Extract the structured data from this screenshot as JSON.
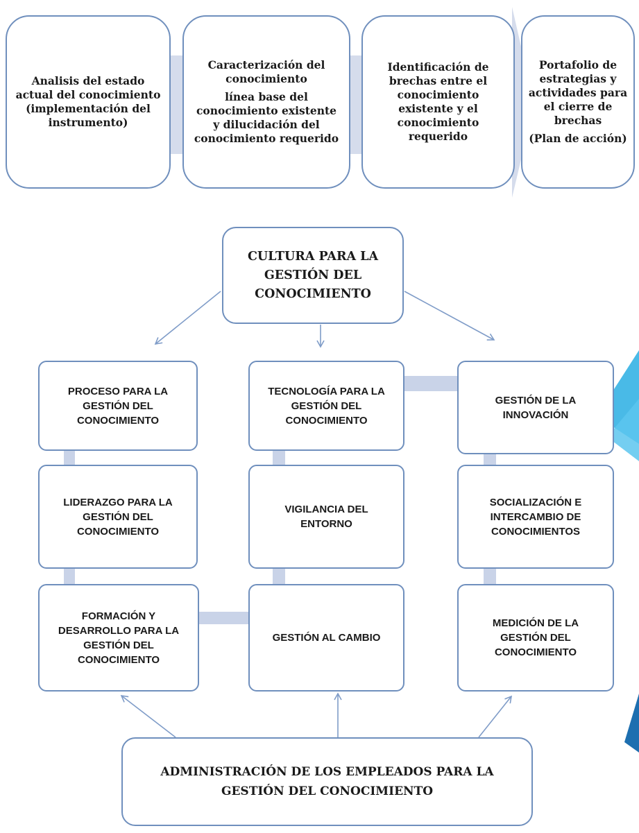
{
  "process_flow": {
    "steps": [
      {
        "lines": [
          "Analisis del estado actual del conocimiento",
          "(implementación del instrumento)"
        ]
      },
      {
        "lines": [
          "Caracterización del conocimiento",
          "línea base del conocimiento existente y dilucidación del conocimiento requerido"
        ]
      },
      {
        "lines": [
          "Identificación de brechas entre el conocimiento existente y el conocimiento requerido"
        ]
      },
      {
        "lines": [
          "Portafolio de estrategias y actividades para el cierre de brechas",
          "(Plan de acción)"
        ]
      }
    ]
  },
  "model": {
    "culture": "CULTURA PARA LA\nGESTIÓN DEL\nCONOCIMIENTO",
    "grid": {
      "process": "PROCESO PARA LA\nGESTIÓN DEL\nCONOCIMIENTO",
      "technology": "TECNOLOGÍA PARA LA\nGESTIÓN DEL\nCONOCIMIENTO",
      "innovation": "GESTIÓN DE LA\nINNOVACIÓN",
      "leadership": "LIDERAZGO PARA LA\nGESTIÓN DEL\nCONOCIMIENTO",
      "surveillance": "VIGILANCIA DEL\nENTORNO",
      "socialization": "SOCIALIZACIÓN E\nINTERCAMBIO DE\nCONOCIMIENTOS",
      "training": "FORMACIÓN Y\nDESARROLLO PARA LA\nGESTIÓN DEL\nCONOCIMIENTO",
      "change": "GESTIÓN AL CAMBIO",
      "measurement": "MEDICIÓN DE LA\nGESTIÓN DEL\nCONOCIMIENTO"
    },
    "administration": "ADMINISTRACIÓN DE LOS EMPLEADOS PARA LA\nGESTIÓN DEL CONOCIMIENTO"
  },
  "colors": {
    "border": "#6f8fbd",
    "connector": "#c9d3e8",
    "flow_band": "#d5dcec",
    "arrow": "#7f9cc8",
    "decor_light": "#35b3e4",
    "decor_dark": "#1d6fb0"
  }
}
